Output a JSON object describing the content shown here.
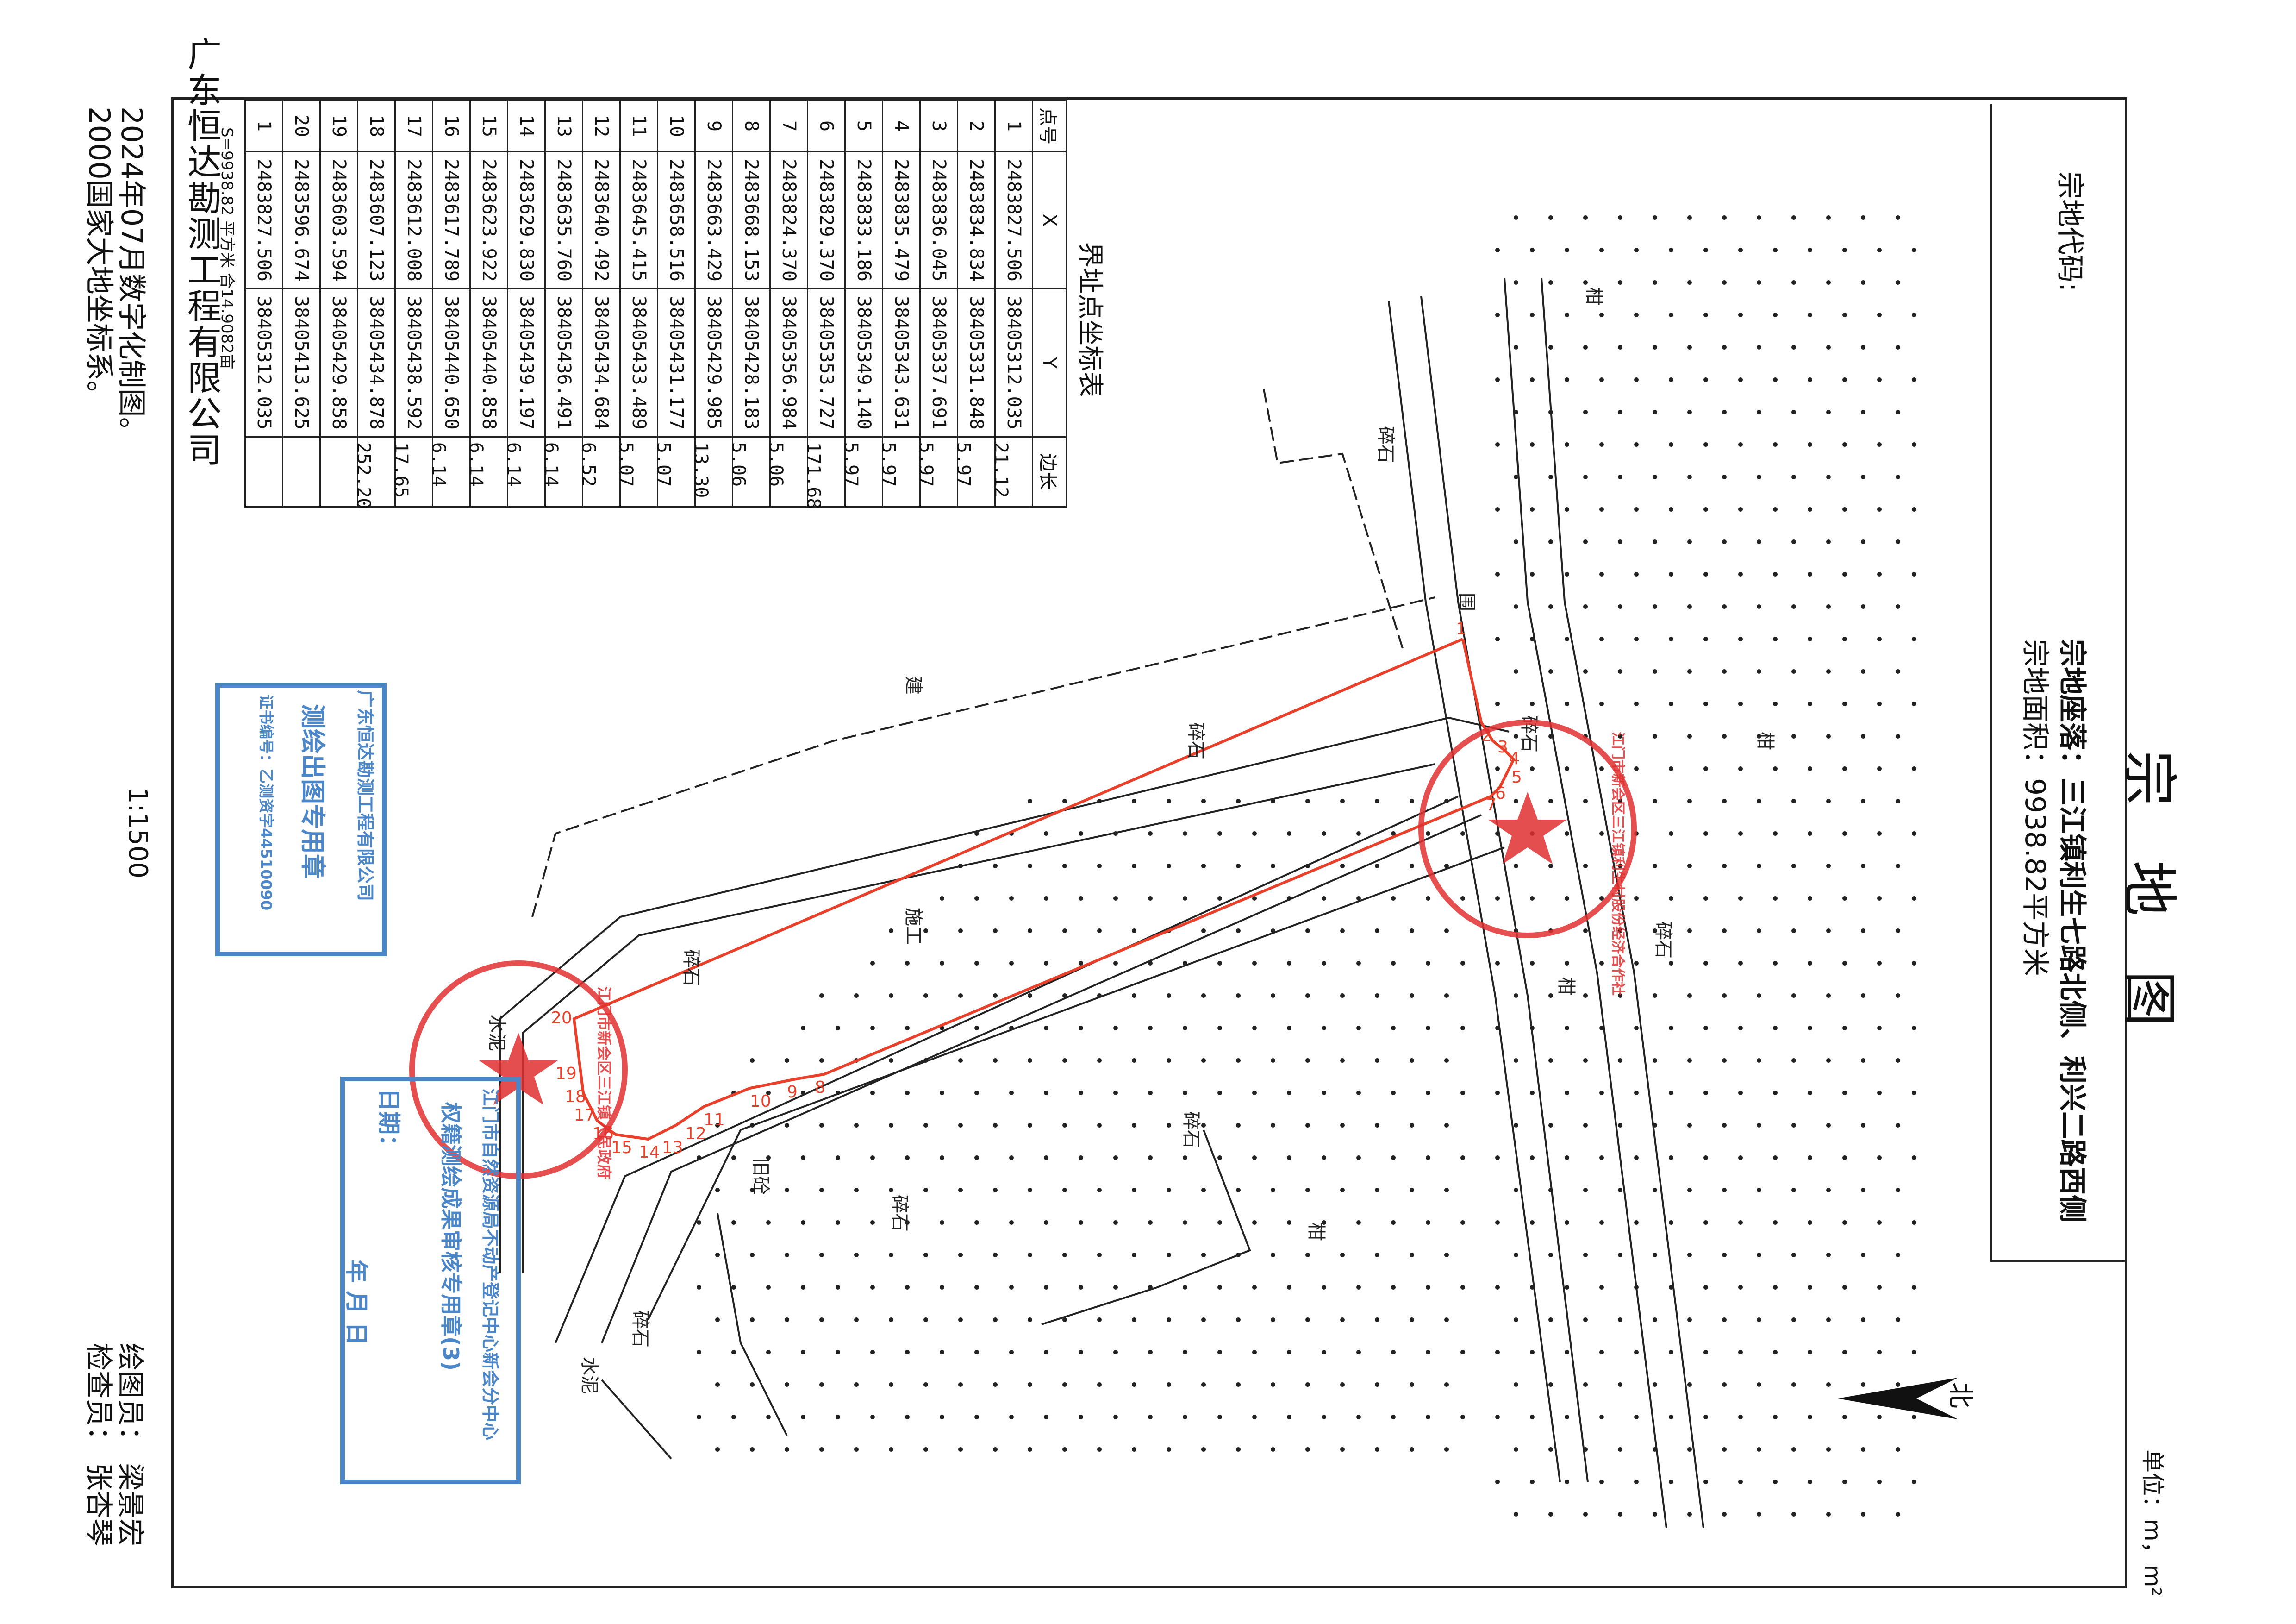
{
  "company": {
    "name_chars": [
      "广",
      "东",
      "恒",
      "达",
      "勘",
      "测",
      "工",
      "程",
      "有",
      "限",
      "公",
      "司"
    ]
  },
  "footer": {
    "date_line": "2024年07月数字化制图。",
    "system_line": "2000国家大地坐标系。",
    "scale": "1:1500",
    "drafter": "绘图员：  梁景宏",
    "checker": "检查员：  张杏琴"
  },
  "header": {
    "title": "宗 地 图",
    "parcel_code_label": "宗地代码:",
    "location": "宗地座落：三江镇利生七路北侧、利兴二路西侧",
    "area": "宗地面积：9938.82平方米",
    "unit": "单位：m，m²"
  },
  "north": {
    "label": "北"
  },
  "coord_table": {
    "title": "界址点坐标表",
    "columns": [
      "点号",
      "X",
      "Y",
      "边长"
    ],
    "rows": [
      {
        "pt": "1",
        "x": "2483827.506",
        "y": "38405312.035"
      },
      {
        "pt": "2",
        "x": "2483834.834",
        "y": "38405331.848"
      },
      {
        "pt": "3",
        "x": "2483836.045",
        "y": "38405337.691"
      },
      {
        "pt": "4",
        "x": "2483835.479",
        "y": "38405343.631"
      },
      {
        "pt": "5",
        "x": "2483833.186",
        "y": "38405349.140"
      },
      {
        "pt": "6",
        "x": "2483829.370",
        "y": "38405353.727"
      },
      {
        "pt": "7",
        "x": "2483824.370",
        "y": "38405356.984"
      },
      {
        "pt": "8",
        "x": "2483668.153",
        "y": "38405428.183"
      },
      {
        "pt": "9",
        "x": "2483663.429",
        "y": "38405429.985"
      },
      {
        "pt": "10",
        "x": "2483658.516",
        "y": "38405431.177"
      },
      {
        "pt": "11",
        "x": "2483645.415",
        "y": "38405433.489"
      },
      {
        "pt": "12",
        "x": "2483640.492",
        "y": "38405434.684"
      },
      {
        "pt": "13",
        "x": "2483635.760",
        "y": "38405436.491"
      },
      {
        "pt": "14",
        "x": "2483629.830",
        "y": "38405439.197"
      },
      {
        "pt": "15",
        "x": "2483623.922",
        "y": "38405440.858"
      },
      {
        "pt": "16",
        "x": "2483617.789",
        "y": "38405440.650"
      },
      {
        "pt": "17",
        "x": "2483612.008",
        "y": "38405438.592"
      },
      {
        "pt": "18",
        "x": "2483607.123",
        "y": "38405434.878"
      },
      {
        "pt": "19",
        "x": "2483603.594",
        "y": "38405429.858"
      },
      {
        "pt": "20",
        "x": "2483596.674",
        "y": "38405413.625"
      },
      {
        "pt": "1",
        "x": "2483827.506",
        "y": "38405312.035"
      }
    ],
    "edges": [
      "21.12",
      "5.97",
      "5.97",
      "5.97",
      "5.97",
      "171.68",
      "5.06",
      "5.06",
      "13.30",
      "5.07",
      "5.07",
      "6.52",
      "6.14",
      "6.14",
      "6.14",
      "6.14",
      "17.65",
      "252.20"
    ],
    "summary": "S=9938.82 平方米 合14.9082亩"
  },
  "map_labels": {
    "orchard": "柑",
    "broken_stone": "碎石",
    "building": "建",
    "construction": "施工",
    "cement": "水泥",
    "old_building": "旧砼",
    "fence": "围"
  },
  "stamps": {
    "blue_lines": [
      "广东恒达勘测工程有限公司",
      "测绘出图专用章",
      "证书编号：乙测资字44510090"
    ],
    "blue_lines_b": [
      "日期：",
      "年    月    日",
      "江门市自然资源局不动产登记中心新会分中心",
      "权籍测绘成果审核专用章(3)"
    ],
    "red_a": "江门市新会区三江镇利生村股份经济合作社",
    "red_b": "江门市新会区三江镇人民政府"
  },
  "colors": {
    "boundary": "#e8402a",
    "stamp_red": "#e03030",
    "stamp_blue": "#4a86c8",
    "line": "#222222"
  }
}
